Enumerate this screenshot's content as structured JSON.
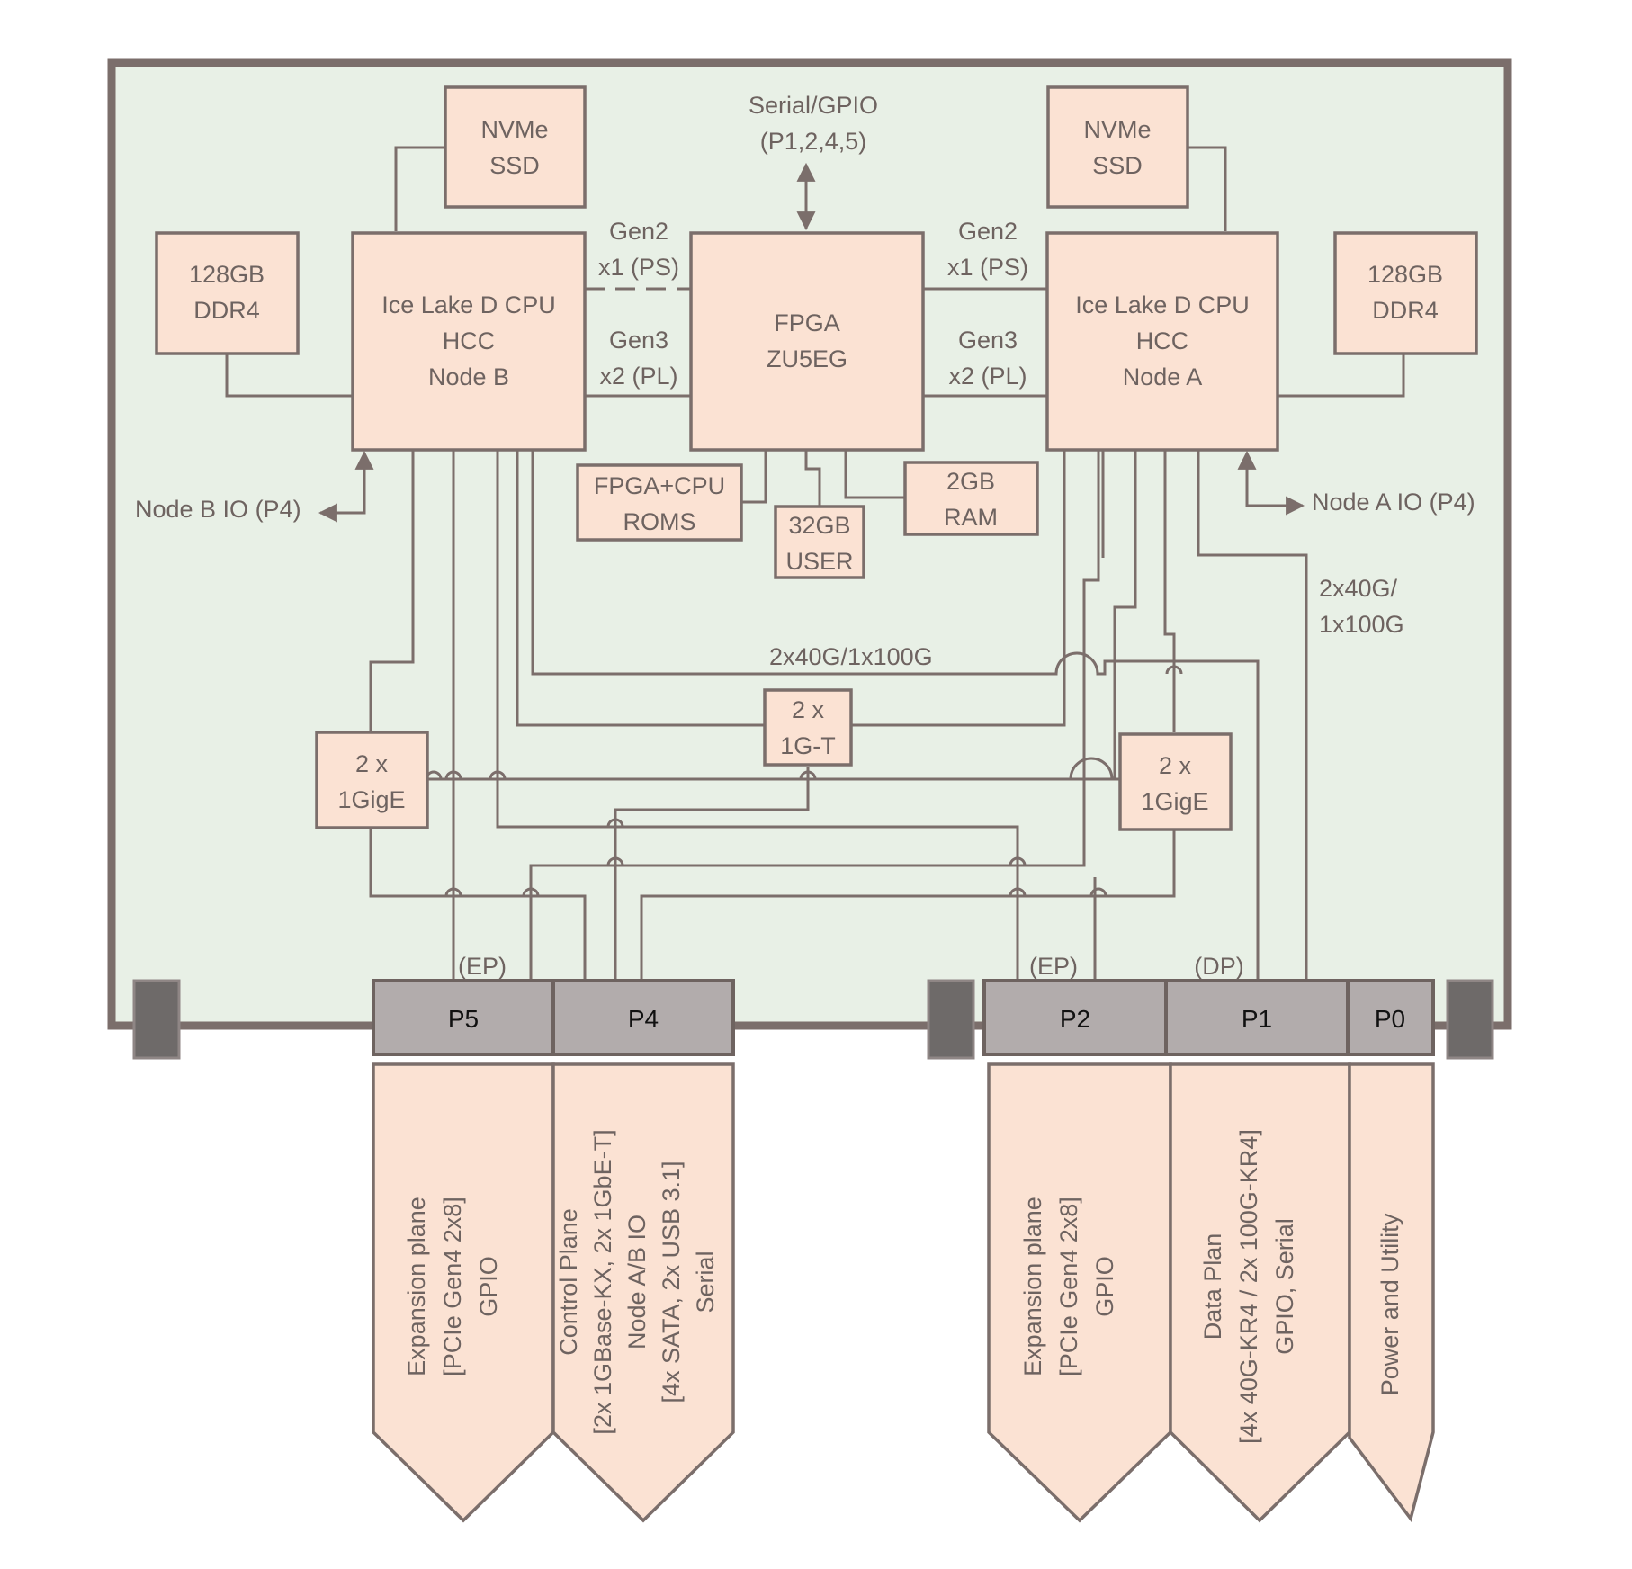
{
  "colors": {
    "board": "#e8f0e6",
    "box": "#fbe2d3",
    "stroke": "#7b6e6b",
    "text": "#6e6360",
    "connector": "#b2acac",
    "mount": "#6e6a69"
  },
  "blocks": {
    "nvme_left": [
      "NVMe",
      "SSD"
    ],
    "nvme_right": [
      "NVMe",
      "SSD"
    ],
    "ddr4_left": [
      "128GB",
      "DDR4"
    ],
    "ddr4_right": [
      "128GB",
      "DDR4"
    ],
    "cpu_b": [
      "Ice Lake D CPU",
      "HCC",
      "Node B"
    ],
    "cpu_a": [
      "Ice Lake D CPU",
      "HCC",
      "Node A"
    ],
    "fpga": [
      "FPGA",
      "ZU5EG"
    ],
    "roms": [
      "FPGA+CPU",
      "ROMS"
    ],
    "user": [
      "32GB",
      "USER"
    ],
    "ram": [
      "2GB",
      "RAM"
    ],
    "gige_left": [
      "2 x",
      "1GigE"
    ],
    "gige_right": [
      "2 x",
      "1GigE"
    ],
    "gt": [
      "2 x",
      "1G-T"
    ]
  },
  "labels": {
    "serial_gpio": [
      "Serial/GPIO",
      "(P1,2,4,5)"
    ],
    "gen2_left": [
      "Gen2",
      "x1 (PS)"
    ],
    "gen3_left": [
      "Gen3",
      "x2 (PL)"
    ],
    "gen2_right": [
      "Gen2",
      "x1 (PS)"
    ],
    "gen3_right": [
      "Gen3",
      "x2 (PL)"
    ],
    "node_b_io": "Node B IO (P4)",
    "node_a_io": "Node A IO (P4)",
    "dataplane_b": "2x40G/1x100G",
    "dataplane_a": [
      "2x40G/",
      "1x100G"
    ],
    "ep_left": "(EP)",
    "ep_right": "(EP)",
    "dp": "(DP)"
  },
  "connectors": {
    "p5": "P5",
    "p4": "P4",
    "p2": "P2",
    "p1": "P1",
    "p0": "P0"
  },
  "pennants": {
    "p5": [
      "Expansion plane",
      "[PCIe Gen4 2x8]",
      "GPIO"
    ],
    "p4": [
      "Control Plane",
      "[2x 1GBase-KX, 2x 1GbE-T]",
      "Node A/B IO",
      "[4x SATA, 2x USB 3.1]",
      "Serial"
    ],
    "p2": [
      "Expansion plane",
      "[PCIe Gen4 2x8]",
      "GPIO"
    ],
    "p1": [
      "Data Plan",
      "[4x 40G-KR4 / 2x 100G-KR4]",
      "GPIO, Serial"
    ],
    "p0": [
      "Power and Utility"
    ]
  }
}
